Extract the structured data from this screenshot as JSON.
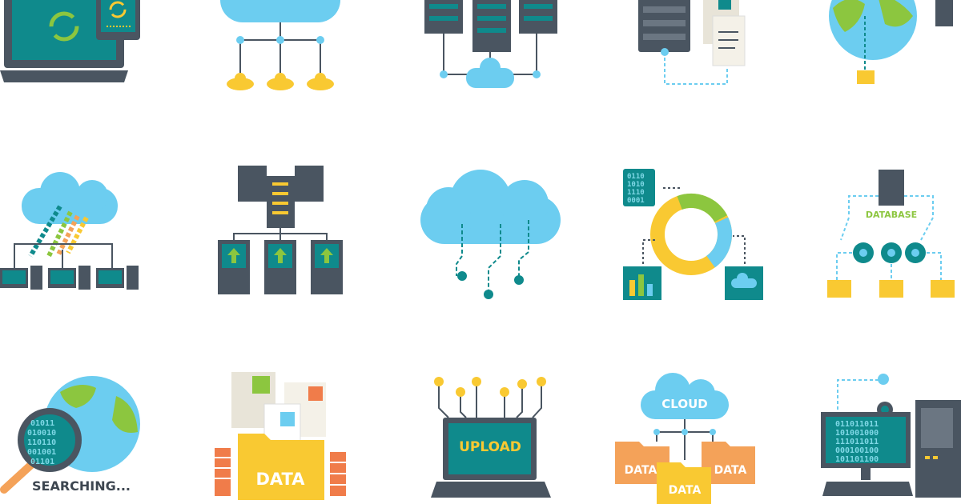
{
  "colors": {
    "teal": "#0f8a8c",
    "dark": "#4a5561",
    "blue": "#6ccdf0",
    "yellow": "#f9c932",
    "green": "#8cc63f",
    "orange": "#f4a259",
    "red": "#ef6a4a"
  },
  "icons": [
    {
      "name": "laptop-sync-icon"
    },
    {
      "name": "cloud-network-icon"
    },
    {
      "name": "servers-cloud-icon"
    },
    {
      "name": "server-documents-icon"
    },
    {
      "name": "globe-server-icon"
    },
    {
      "name": "cloud-computers-icon"
    },
    {
      "name": "server-upload-icon"
    },
    {
      "name": "cloud-nodes-icon"
    },
    {
      "name": "data-analytics-icon",
      "binary": [
        "0110",
        "1010",
        "1110",
        "0001"
      ]
    },
    {
      "name": "database-icon",
      "label": "DATABASE"
    },
    {
      "name": "searching-icon",
      "label": "SEARCHING...",
      "binary": [
        "01011",
        "010010",
        "110110",
        "001001",
        "01101"
      ]
    },
    {
      "name": "data-folder-icon",
      "label": "DATA"
    },
    {
      "name": "upload-laptop-icon",
      "label": "UPLOAD"
    },
    {
      "name": "cloud-data-icon",
      "label": "CLOUD",
      "folders": [
        "DATA",
        "DATA",
        "DATA"
      ]
    },
    {
      "name": "computer-binary-icon",
      "binary": [
        "011011011",
        "101001000",
        "111011011",
        "000100100",
        "101101100"
      ]
    }
  ]
}
